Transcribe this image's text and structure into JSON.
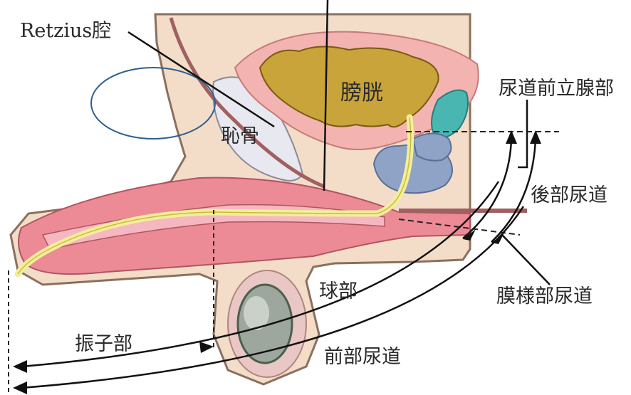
{
  "labels": {
    "retzius": "Retzius腔",
    "bladder": "膀胱",
    "pubic_bone": "恥骨",
    "prostatic_urethra": "尿道前立腺部",
    "posterior_urethra": "後部尿道",
    "membranous_urethra": "膜様部尿道",
    "bulbar": "球部",
    "pendulous": "振子部",
    "anterior_urethra": "前部尿道"
  },
  "colors": {
    "skin": "#f3ddc8",
    "pink_tissue": "#ec8a96",
    "bladder_wall": "#f2b3b1",
    "bladder_lumen": "#c9a43a",
    "pubic_bone": "#e8e8f0",
    "urethra": "#f3ee9a",
    "prostate": "#8fa3c7",
    "seminal_vesicle": "#49b6b1",
    "testis": "#9ea79e",
    "highlight_oval": "#2f5f8f"
  }
}
